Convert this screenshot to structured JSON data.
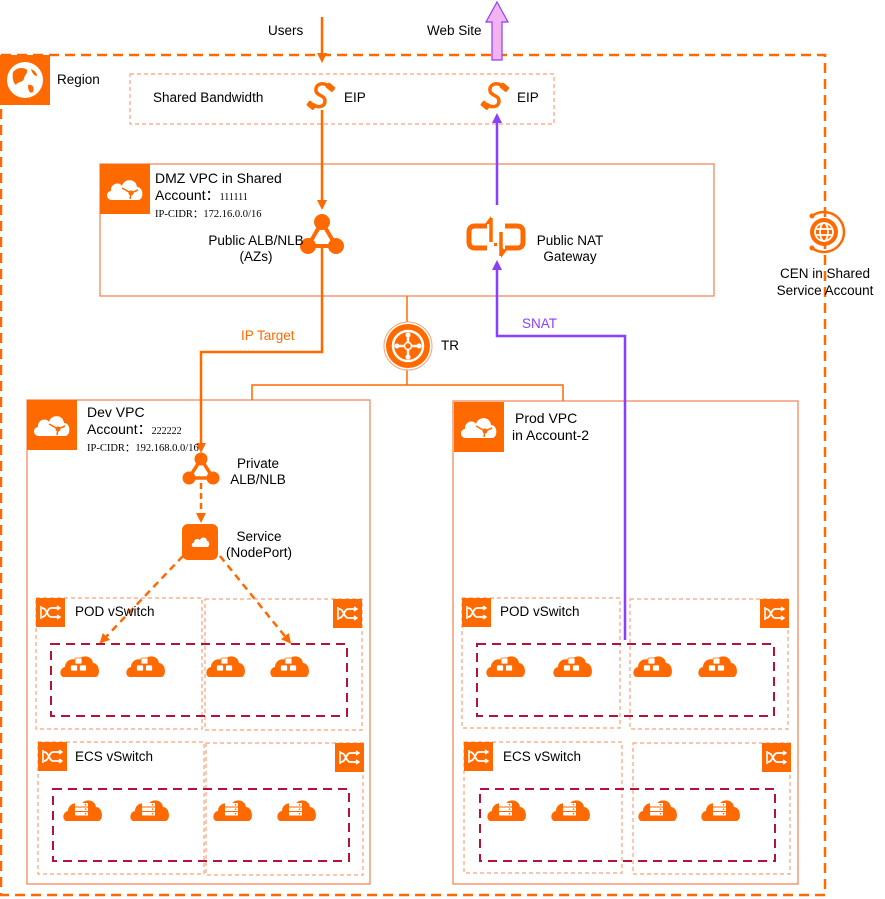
{
  "colors": {
    "orange": "#FF6A00",
    "orange_light": "#F8A278",
    "purple": "#8A3FFC",
    "purple_light": "#F3B3F0",
    "crimson": "#B5123A"
  },
  "external": {
    "users_label": "Users",
    "website_label": "Web Site"
  },
  "region": {
    "label": "Region",
    "icon": "globe-icon"
  },
  "shared_bandwidth": {
    "label": "Shared Bandwidth",
    "eip_left": "EIP",
    "eip_right": "EIP",
    "icon": "eip-plug-icon"
  },
  "dmz_vpc": {
    "title": "DMZ VPC in Shared",
    "account_label": "Account：",
    "account_value": "111111",
    "cidr_label": "IP-CIDR：",
    "cidr_value": "172.16.0.0/16",
    "icon": "vpc-cloud-icon",
    "alb_label_1": "Public ALB/NLB",
    "alb_label_2": "(AZs)",
    "nat_label_1": "Public NAT",
    "nat_label_2": "Gateway"
  },
  "cen": {
    "label_1": "CEN in Shared",
    "label_2": "Service Account",
    "icon": "cen-globe-icon"
  },
  "tr": {
    "label": "TR",
    "icon": "transit-router-icon"
  },
  "edges": {
    "ip_target": "IP Target",
    "snat": "SNAT"
  },
  "dev_vpc": {
    "title": "Dev VPC",
    "account_label": "Account：",
    "account_value": "222222",
    "cidr_label": "IP-CIDR：",
    "cidr_value": "192.168.0.0/16",
    "private_alb_1": "Private",
    "private_alb_2": "ALB/NLB",
    "service_1": "Service",
    "service_2": "(NodePort)",
    "pod_vswitch": "POD vSwitch",
    "ecs_vswitch": "ECS vSwitch"
  },
  "prod_vpc": {
    "title_1": "Prod VPC",
    "title_2": "in Account-2",
    "pod_vswitch": "POD vSwitch",
    "ecs_vswitch": "ECS vSwitch"
  },
  "node_groups": [
    {
      "name": "dev-pod-group",
      "kind": "pod",
      "count": 4
    },
    {
      "name": "dev-ecs-group",
      "kind": "ecs",
      "count": 4
    },
    {
      "name": "prod-pod-group",
      "kind": "pod",
      "count": 4
    },
    {
      "name": "prod-ecs-group",
      "kind": "ecs",
      "count": 4
    }
  ]
}
